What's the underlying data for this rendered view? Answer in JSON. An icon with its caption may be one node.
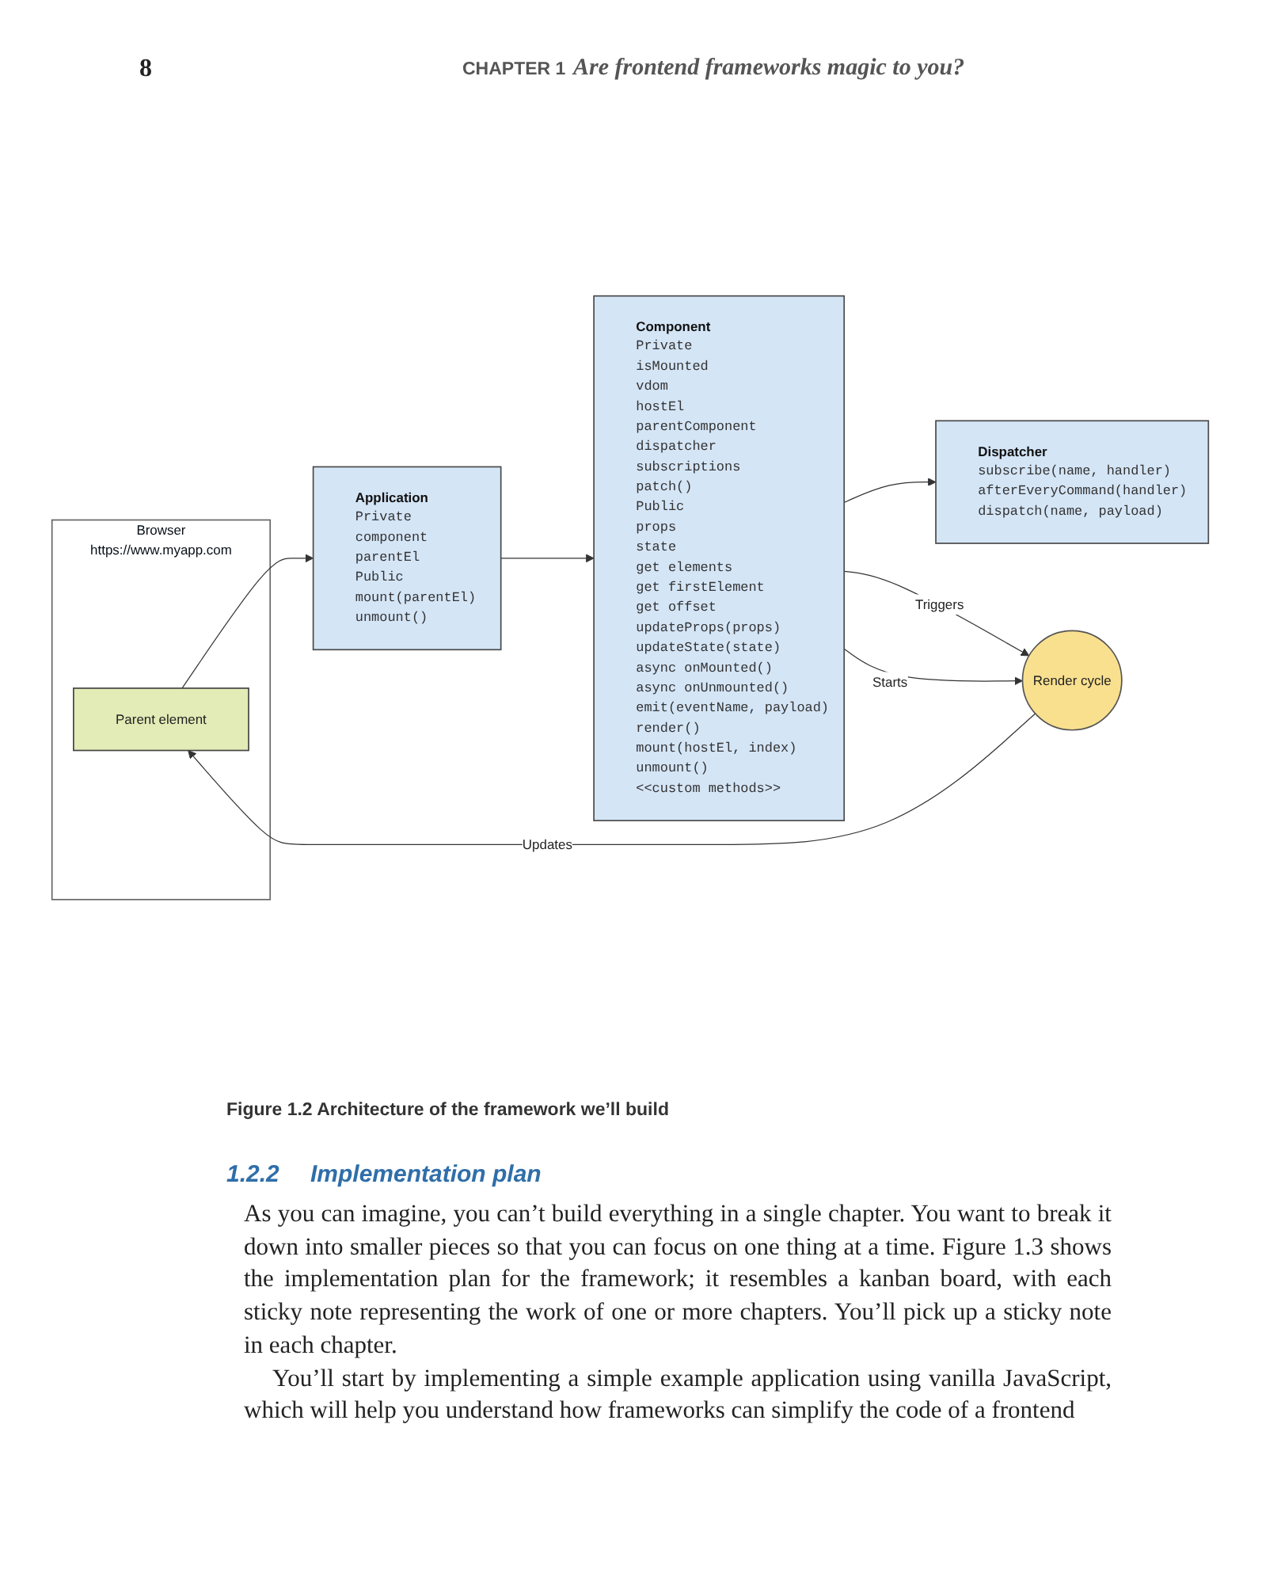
{
  "diagram": {
    "caption": "Figure 1.2 Architecture of the framework we’ll build",
    "nodes": [
      {
        "text": [
          "Browser",
          "https://www.myapp.com"
        ]
      },
      {
        "text": [
          "Parent element"
        ],
        "in": 0
      },
      {
        "text": [
          "Render cycle"
        ]
      },
      {
        "text": [
          "Application",
          "Private",
          "component",
          "parentEl",
          "Public",
          "mount(parentEl)",
          "unmount()"
        ]
      },
      {
        "text": [
          "Component",
          "Private",
          "isMounted",
          "vdom",
          "hostEl",
          "parentComponent",
          "dispatcher",
          "subscriptions",
          "patch()",
          "Public",
          "props",
          "state",
          "get elements",
          "get firstElement",
          "get offset",
          "updateProps(props)",
          "updateState(state)",
          "async onMounted()",
          "async onUnmounted()",
          "emit(eventName, payload)",
          "render()",
          "mount(hostEl, index)",
          "unmount()",
          "<<custom methods>>"
        ]
      },
      {
        "text": [
          "Dispatcher",
          "subscribe(name, handler)",
          "afterEveryCommand(handler)",
          "dispatch(name, payload)"
        ]
      }
    ],
    "edges": [
      {
        "from": 2,
        "to": 1,
        "arrow": "to",
        "label": "Updates"
      },
      {
        "from": 1,
        "to": 3,
        "arrow": "to"
      },
      {
        "from": 3,
        "to": 4,
        "arrow": "to"
      },
      {
        "from": 4,
        "to": 5,
        "arrow": "to"
      },
      {
        "from": 4,
        "to": 2,
        "arrow": "to",
        "label": "Triggers"
      },
      {
        "from": 4,
        "to": 2,
        "arrow": "to",
        "label": "Starts"
      }
    ],
    "labels": [
      "8",
      "CHAPTER 1",
      "Are frontend frameworks magic to you?",
      "1.2.2",
      "Implementation plan",
      "As you can imagine, you can’t build everything in a single chapter. You want to break it down into smaller pieces so that you can focus on one thing at a time. Figure 1.3 shows the implementation plan for the framework; it resembles a kanban board, with each sticky note representing the work of one or more chapters. You’ll pick up a sticky note in each chapter.",
      "You’ll start by implementing a simple example application using vanilla JavaScript, which will help you understand how frameworks can simplify the code of a frontend"
    ]
  }
}
